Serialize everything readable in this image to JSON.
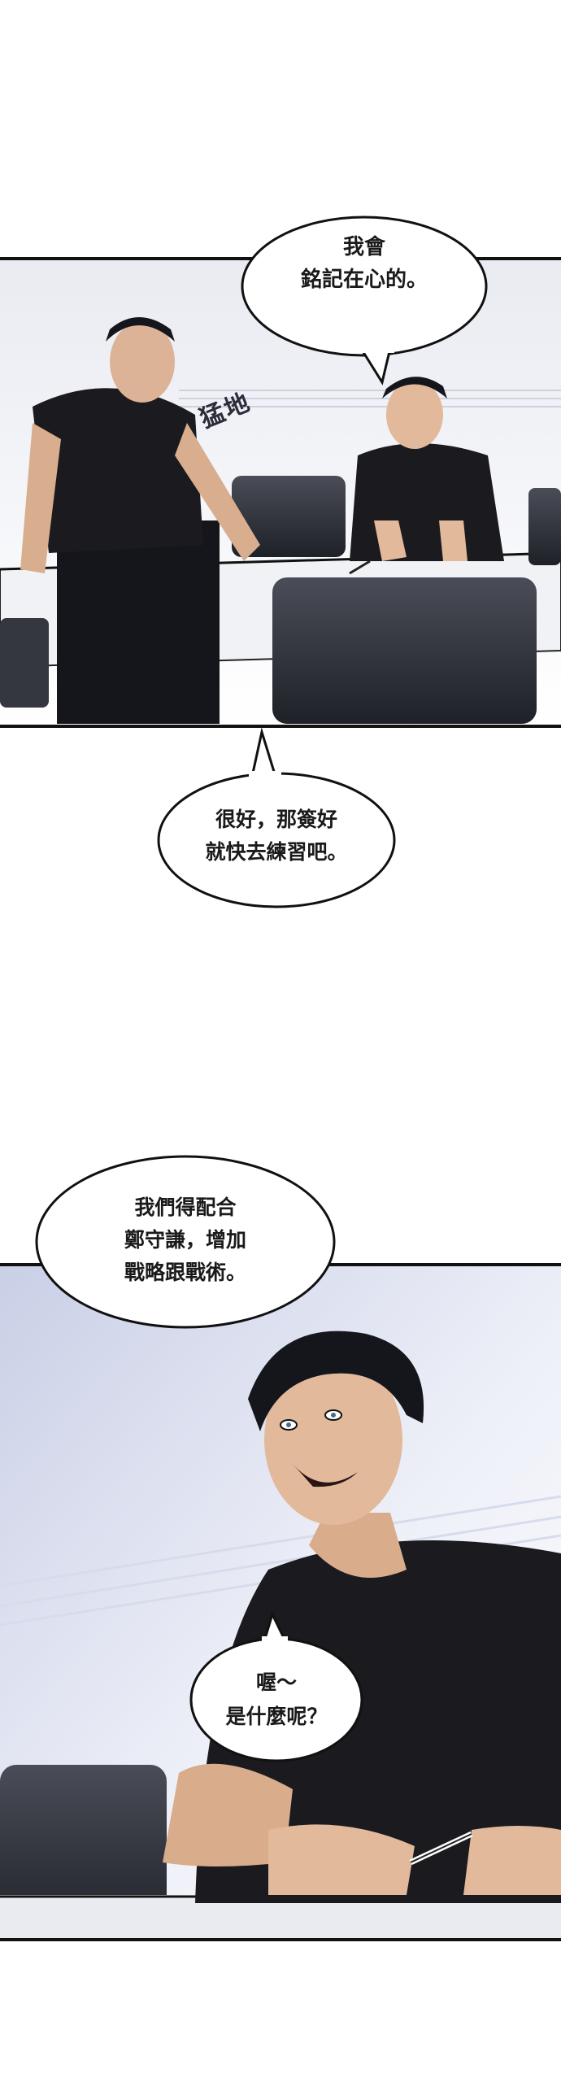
{
  "dialogue": {
    "bubble1": {
      "line1": "我會",
      "line2": "銘記在心的。"
    },
    "bubble2": {
      "line1": "很好，那簽好",
      "line2": "就快去練習吧。"
    },
    "bubble3": {
      "line1": "我們得配合",
      "line2": "鄭守謙，增加",
      "line3": "戰略跟戰術。"
    },
    "bubble4": {
      "line1": "喔～",
      "line2": "是什麼呢？"
    }
  },
  "sound_effect": {
    "text": "猛地"
  },
  "colors": {
    "ink": "#111111",
    "paper": "#ffffff",
    "shirt": "#1b1b1f",
    "skin": "#e2b99a",
    "hair": "#15151c",
    "chair": "#2e3038",
    "table": "#eceef2",
    "wall": "#f4f5f8",
    "accent_blue": "#b9c3e6"
  }
}
